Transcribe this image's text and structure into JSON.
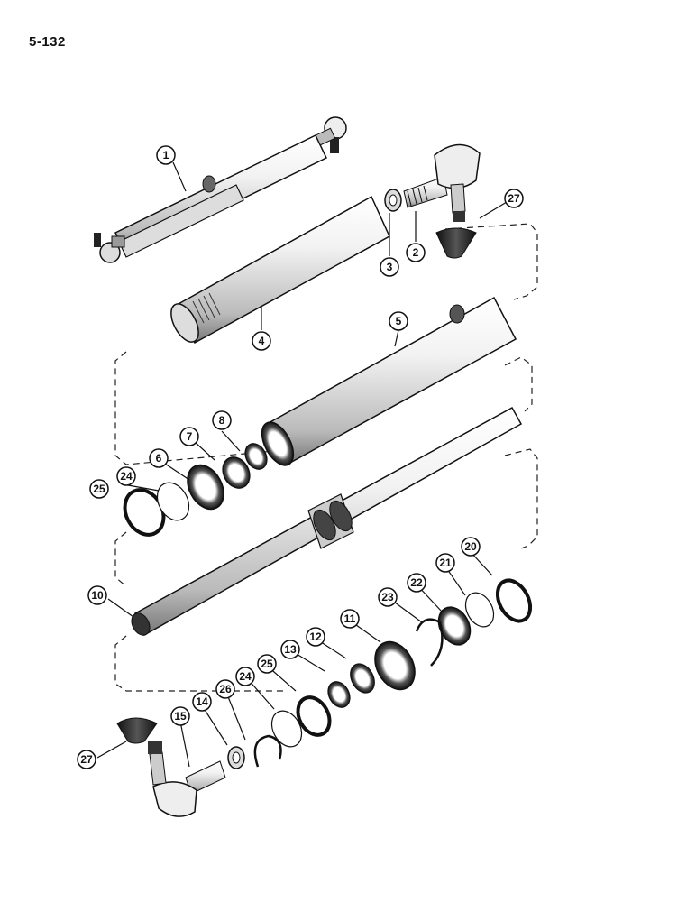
{
  "page": {
    "number": "5-132"
  },
  "diagram": {
    "type": "exploded parts view",
    "callouts": [
      {
        "id": "c1",
        "label": "1"
      },
      {
        "id": "c2",
        "label": "2"
      },
      {
        "id": "c3",
        "label": "3"
      },
      {
        "id": "c4",
        "label": "4"
      },
      {
        "id": "c5",
        "label": "5"
      },
      {
        "id": "c6",
        "label": "6"
      },
      {
        "id": "c7",
        "label": "7"
      },
      {
        "id": "c8",
        "label": "8"
      },
      {
        "id": "c10",
        "label": "10"
      },
      {
        "id": "c11",
        "label": "11"
      },
      {
        "id": "c12",
        "label": "12"
      },
      {
        "id": "c13",
        "label": "13"
      },
      {
        "id": "c14",
        "label": "14"
      },
      {
        "id": "c15",
        "label": "15"
      },
      {
        "id": "c20",
        "label": "20"
      },
      {
        "id": "c21",
        "label": "21"
      },
      {
        "id": "c22",
        "label": "22"
      },
      {
        "id": "c23",
        "label": "23"
      },
      {
        "id": "c24a",
        "label": "24"
      },
      {
        "id": "c24b",
        "label": "24"
      },
      {
        "id": "c25a",
        "label": "25"
      },
      {
        "id": "c25b",
        "label": "25"
      },
      {
        "id": "c26",
        "label": "26"
      },
      {
        "id": "c27a",
        "label": "27"
      },
      {
        "id": "c27b",
        "label": "27"
      }
    ]
  }
}
